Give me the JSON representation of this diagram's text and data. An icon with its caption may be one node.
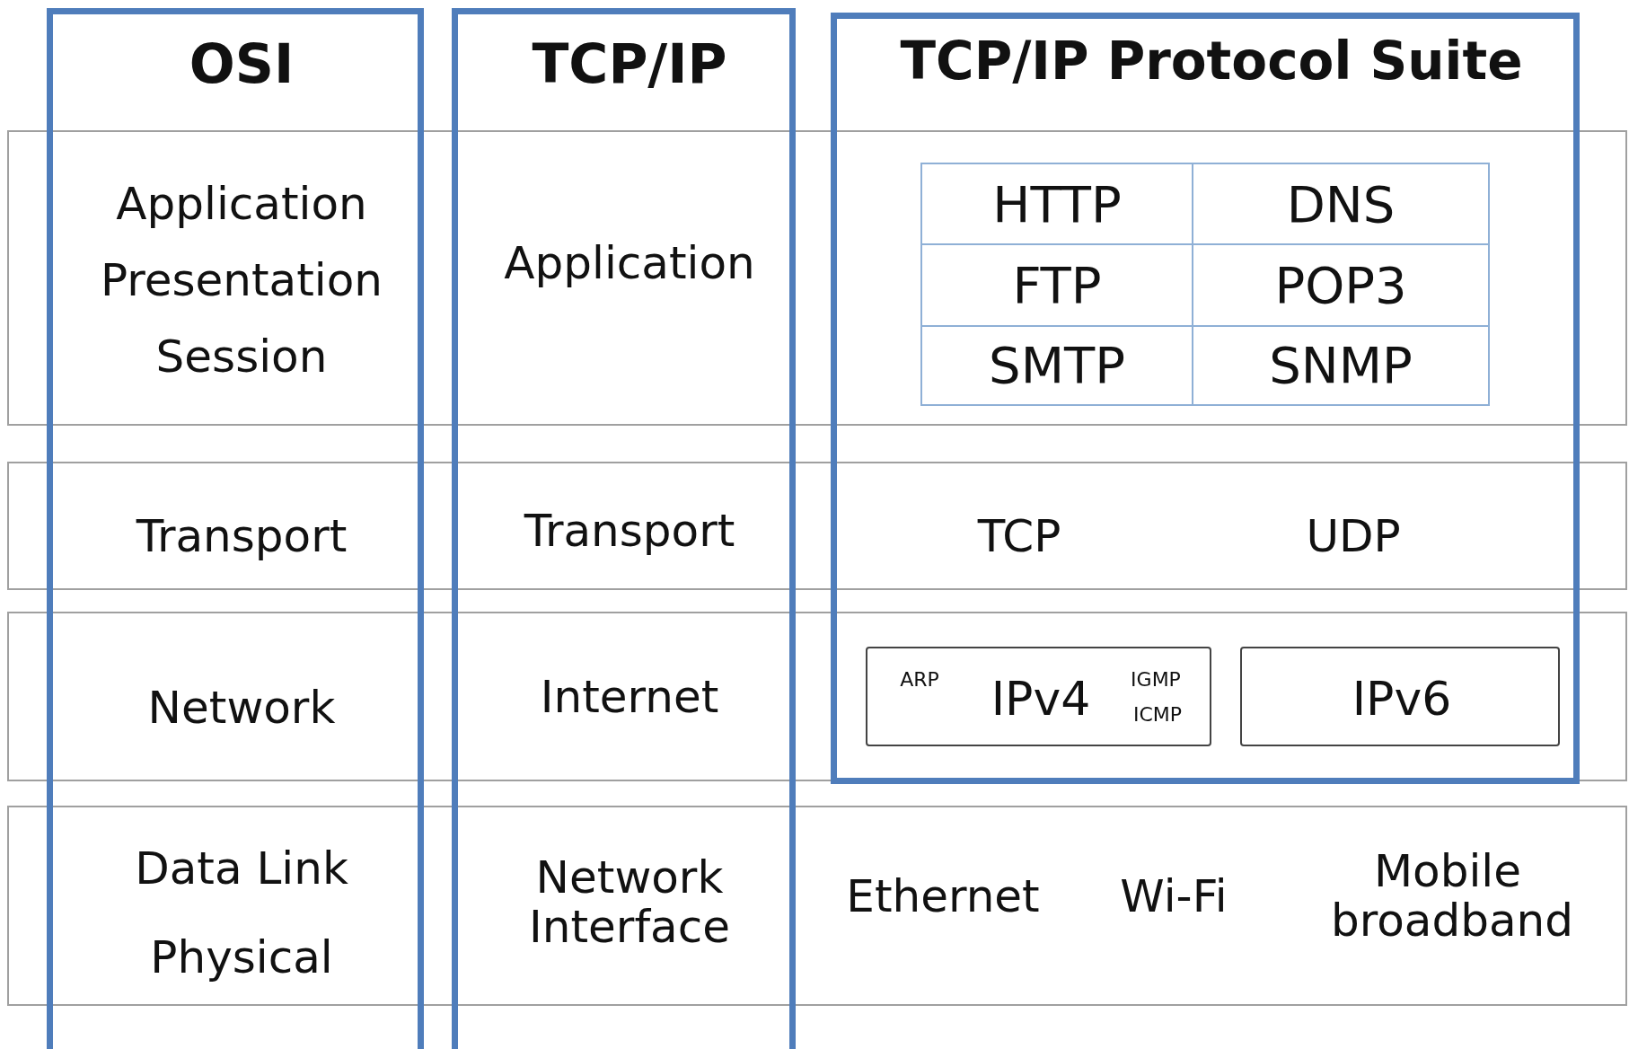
{
  "diagram": {
    "nodes": [
      {
        "text": [
          "OSI",
          "Application",
          "Presentation",
          "Session",
          "Transport",
          "Network",
          "Data Link",
          "Physical"
        ]
      },
      {
        "text": [
          "TCP/IP",
          "Application",
          "Transport",
          "Internet",
          "Network Interface"
        ]
      },
      {
        "text": [
          "TCP/IP Protocol Suite",
          "TCP",
          "UDP"
        ]
      },
      {
        "text": [
          "HTTP",
          "DNS",
          "FTP",
          "POP3",
          "SMTP",
          "SNMP"
        ],
        "in": 2
      },
      {
        "text": [
          "ARP",
          "IPv4",
          "IGMP",
          "ICMP"
        ],
        "in": 2
      },
      {
        "text": [
          "IPv6"
        ],
        "in": 2
      }
    ],
    "edges": [],
    "labels": [
      "Ethernet",
      "Wi-Fi",
      "Mobile broadband"
    ]
  }
}
